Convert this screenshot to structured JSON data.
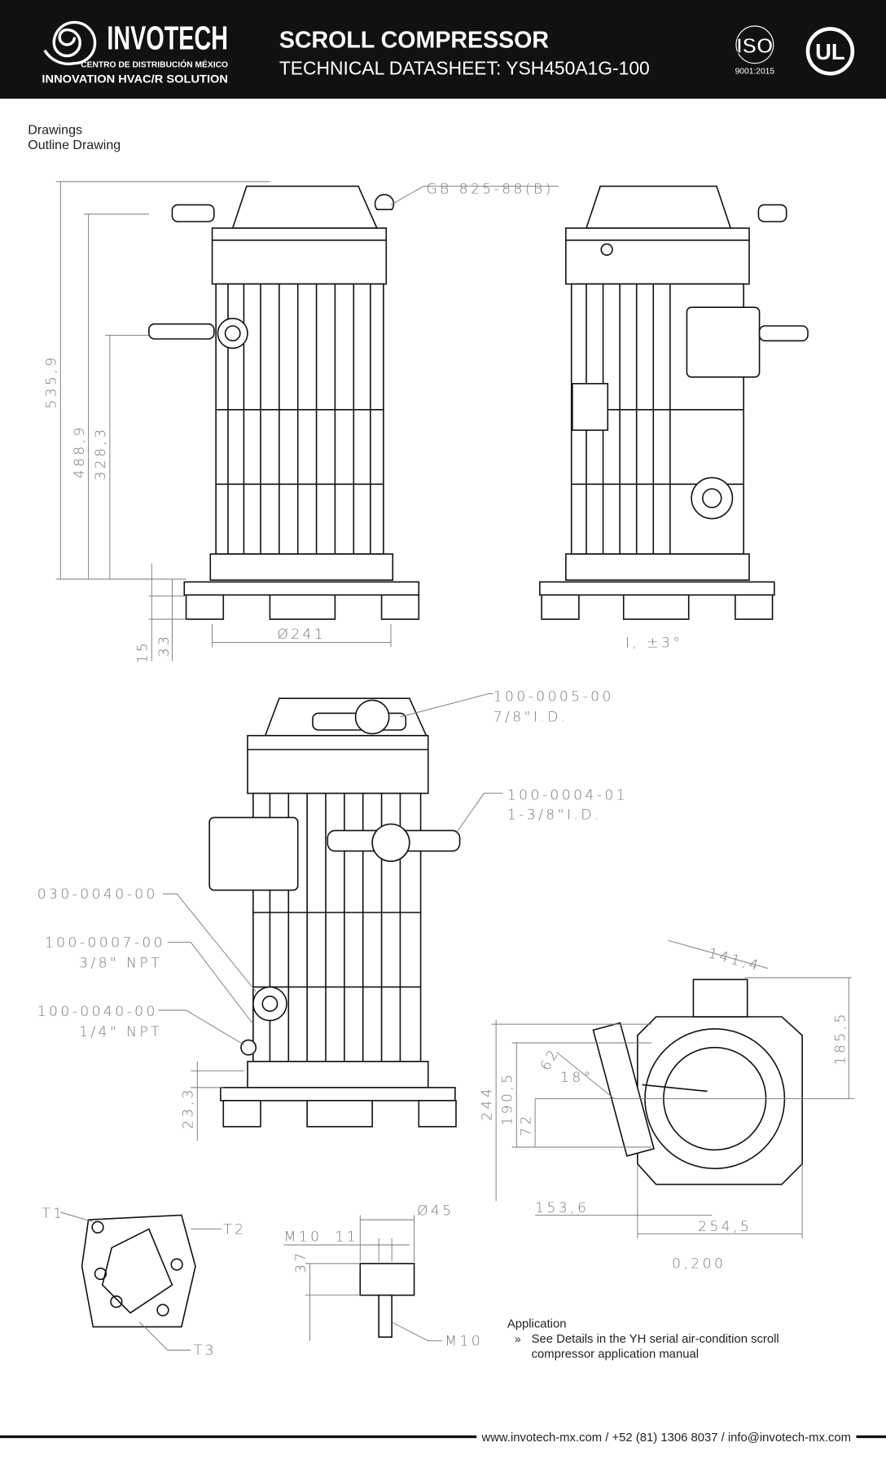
{
  "header": {
    "brand": "INVOTECH",
    "brand_sub": "CENTRO DE DISTRIBUCIÓN MÉXICO",
    "brand_tagline": "INNOVATION HVAC/R SOLUTION",
    "title": "SCROLL COMPRESSOR",
    "subtitle": "TECHNICAL DATASHEET: YSH450A1G-100",
    "iso_label": "ISO",
    "iso_standard": "9001:2015",
    "ul_label": "UL"
  },
  "section": {
    "heading": "Drawings",
    "subheading": "Outline Drawing"
  },
  "dimensions": {
    "front_view": [
      "535,9",
      "488,9",
      "328,3",
      "15",
      "33",
      "Ø241",
      "GB 825-88(B)"
    ],
    "side_view": [
      "I, ±3°"
    ],
    "iso_view": {
      "part1_code": "100-0005-00",
      "part1_size": "7/8\"I.D.",
      "part2_code": "100-0004-01",
      "part2_size": "1-3/8\"I.D.",
      "part3_code": "030-0040-00",
      "part4_code": "100-0007-00",
      "part4_size": "3/8\" NPT",
      "part5_code": "100-0040-00",
      "part5_size": "1/4\" NPT",
      "height": "23,3"
    },
    "top_view": [
      "141,4",
      "185,5",
      "62",
      "18°",
      "244",
      "190,5",
      "72",
      "153,6",
      "254,5",
      "0,200"
    ],
    "terminal": [
      "T1",
      "T2",
      "T3"
    ],
    "bolt": [
      "M10",
      "11",
      "Ø45",
      "37",
      "M10"
    ]
  },
  "application": {
    "title": "Application",
    "bullet": "»",
    "line1": "See Details in the YH serial air-condition scroll",
    "line2": "compressor application manual"
  },
  "footer": {
    "contact": "www.invotech-mx.com / +52 (81) 1306 8037 / info@invotech-mx.com"
  }
}
